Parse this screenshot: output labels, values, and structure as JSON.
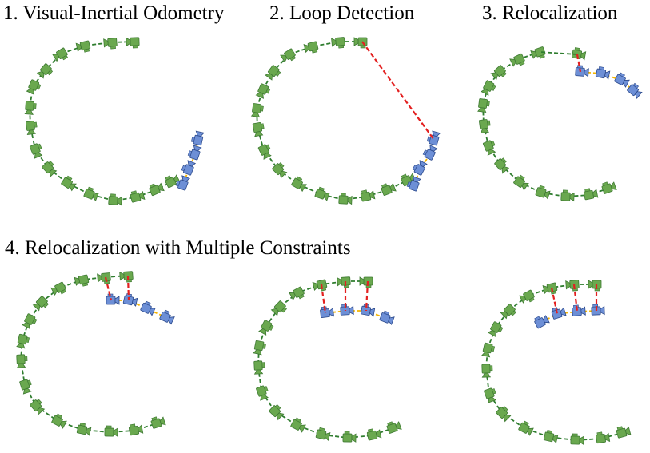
{
  "titles": {
    "p1": "1. Visual-Inertial Odometry",
    "p2": "2. Loop Detection",
    "p3": "3. Relocalization",
    "p4": "4. Relocalization with Multiple Constraints"
  },
  "colors": {
    "map_camera_fill": "#6aa84f",
    "map_camera_stroke": "#3f7a33",
    "map_trajectory": "#2f7d2f",
    "current_camera_fill": "#6d8fd6",
    "current_camera_stroke": "#2c4a8c",
    "current_trajectory": "#f4b400",
    "loop_edge": "#e32020"
  },
  "icons": {
    "map_camera": "camera-icon",
    "current_camera": "camera-icon"
  }
}
